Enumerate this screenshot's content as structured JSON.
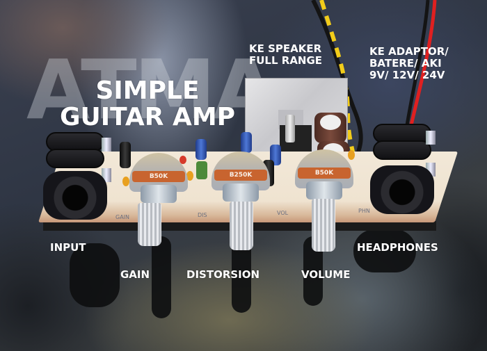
{
  "image": {
    "description": "Photo of a simple guitar amplifier PCB kit on a glossy dark surface with overlaid annotation labels",
    "watermark": "ATMA",
    "title_lines": [
      "SIMPLE",
      "GUITAR AMP"
    ]
  },
  "labels": {
    "speaker": [
      "KE SPEAKER",
      "FULL RANGE"
    ],
    "power": [
      "KE ADAPTOR/",
      "BATERE/ AKI",
      "9V/ 12V/ 24V"
    ],
    "input": "INPUT",
    "gain": "GAIN",
    "distortion": "DISTORSION",
    "volume": "VOLUME",
    "headphones": "HEADPHONES"
  },
  "pcb": {
    "silkscreen": [
      "GAIN",
      "DIS",
      "VOL",
      "PHN"
    ],
    "potentiometers": [
      {
        "name": "gain",
        "value": "B50K"
      },
      {
        "name": "distortion",
        "value": "B250K"
      },
      {
        "name": "volume",
        "value": "B50K"
      }
    ]
  },
  "colors": {
    "label_text": "#ffffff",
    "pot_band": "#c8642f",
    "pcb": "#efe3d0",
    "wire_red": "#e02020",
    "wire_yellow": "#f2cc1a",
    "wire_black": "#141414"
  }
}
